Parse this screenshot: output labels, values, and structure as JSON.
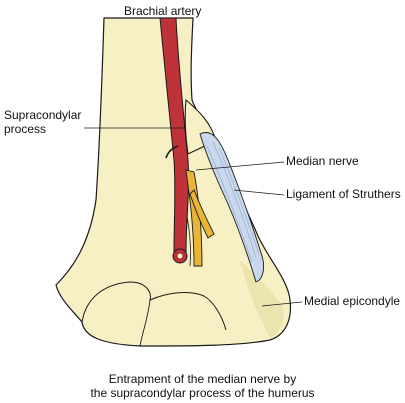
{
  "labels": {
    "brachial_artery": "Brachial artery",
    "supracondylar_line1": "Supracondylar",
    "supracondylar_line2": "process",
    "median_nerve": "Median nerve",
    "ligament": "Ligament of Struthers",
    "medial_epicondyle": "Medial epicondyle"
  },
  "caption": {
    "line1": "Entrapment of the median nerve by",
    "line2": "the supracondylar process of the humerus"
  },
  "colors": {
    "bone": "#f7f0c4",
    "bone_shade": "#ece4ae",
    "artery": "#c0323a",
    "artery_dark": "#8e1e25",
    "nerve": "#e8b437",
    "ligament": "#c9d8ec",
    "outline": "#1a1a1a"
  }
}
